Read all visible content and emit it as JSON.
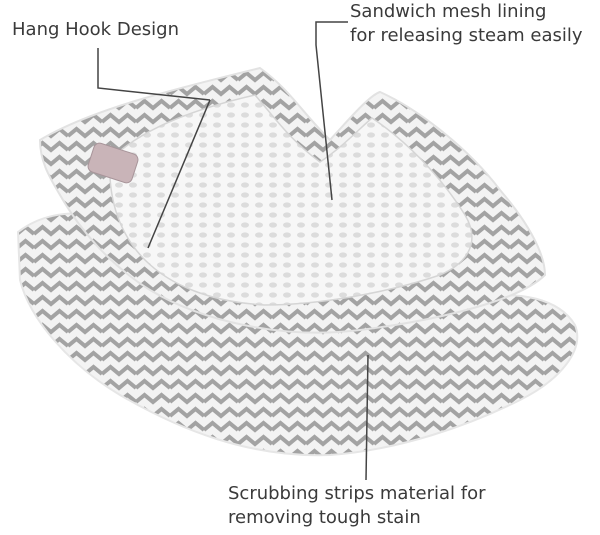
{
  "annotations": {
    "hang_hook": "Hang Hook Design",
    "mesh_line1": "Sandwich mesh lining",
    "mesh_line2": "for releasing steam easily",
    "scrub_line1": "Scrubbing strips material for",
    "scrub_line2": "removing tough stain"
  },
  "colors": {
    "fabric_white": "#f4f4f4",
    "fabric_stripe": "#9a9a9a",
    "mesh": "#e9e9e9",
    "hook_tab": "#c9b4b8",
    "leader_line": "#444444",
    "text": "#3a3a3a"
  }
}
